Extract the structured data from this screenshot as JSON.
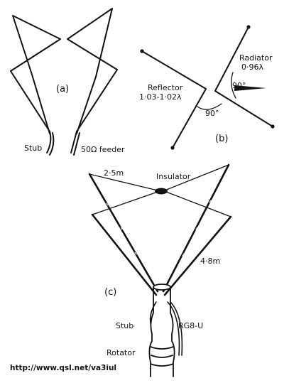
{
  "panel_a": {
    "caption": "(a)",
    "stub_label": "Stub",
    "feeder_label": "50Ω feeder"
  },
  "panel_b": {
    "caption": "(b)",
    "reflector_label": "Reflector",
    "reflector_value": "1·03-1·02λ",
    "radiator_label": "Radiator",
    "radiator_value": "0·96λ",
    "angle_top": "90°",
    "angle_bottom": "90°"
  },
  "panel_c": {
    "caption": "(c)",
    "spacing_label": "2·5m",
    "insulator_label": "Insulator",
    "arm_label": "4·8m",
    "stub_label": "Stub",
    "cable_label": "RG8-U",
    "rotator_label": "Rotator"
  },
  "footer": {
    "url": "http://www.qsl.net/va3iul"
  }
}
